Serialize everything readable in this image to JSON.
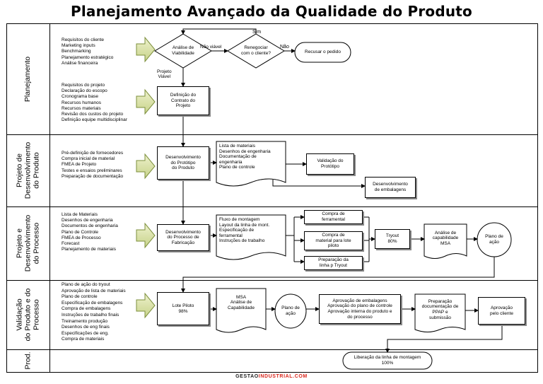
{
  "title": "Planejamento Avançado da Qualidade do Produto",
  "lanes": {
    "planejamento": "Planejamento",
    "projeto_produto": "Projeto de\nDesenvolvimento\ndo Produto",
    "projeto_processo": "Projeto e\nDesenvolvimento\ndo Processo",
    "validacao": "Validação\ndo Produto e do\nProcesso",
    "prod": "Prod."
  },
  "inputs": {
    "planejamento_a": "Requisitos do cliente\nMarketing inputs\nBenchmarking\nPlanejamento estratégico\nAnálise financeira",
    "planejamento_b": "Requisitos do projeto\nDeclaração do escopo\nCronograma base\nRecursos humanos\nRecursos materiais\nRevisão dos custos do projeto\nDefinição equipe multidisciplinar",
    "produto": "Pré-definição de fornecedores\nCompra inicial de material\nFMEA de Projeto\nTestes e ensaios preliminares\nPreparação de documentação",
    "processo": "Lista de Materiais\nDesenhos de engenharia\nDocumentos de engenharia\nPlano de Controle\nFMEA de Processo\nForecast\nPlanejamento de materiais",
    "validacao": "Plano de ação do tryout\nAprovação de lista de materiais\nPlano de controle\nEspecificação de embalagens\nCompra de embalagens\nInstruções de trabalho finais\nTreinamento produção\nDesenhos de eng finais\nEspecificações de eng.\nCompra de materiais"
  },
  "nodes": {
    "analise": "Análise de\nViabilidade",
    "renegociar": "Renegociar\ncom o cliente?",
    "recusar": "Recusar o pedido",
    "contrato": "Definição do\nContrato do\nProjeto",
    "prototipo": "Desenvolvimento\ndo Protótipo\ndo Produto",
    "doc_produto": "Lista de materiais\nDesenhos de engenharia\nDocumentação de\nengenharia\nPlano de controle",
    "validacao_prototipo": "Validação do\nProtótipo",
    "embalagens": "Desenvolvimento\nde embalagens",
    "processo_fab": "Desenvolvimento\ndo Processo de\nFabricação",
    "doc_processo": "Fluxo de montagem\nLayout da linha de mont.\nEspecificação de\nferramental\nInstruções de trabalho",
    "compra_ferramental": "Compra de\nferramental",
    "compra_material": "Compra de\nmaterial para lote\npiloto",
    "preparacao_linha": "Preparação da\nlinha p Tryout",
    "tryout": "Tryout\n80%",
    "msa1": "Análise de\ncapabilidade\nMSA",
    "plano_acao1": "Plano de\nação",
    "lote_piloto": "Lote Piloto\n98%",
    "msa2": "MSA\nAnálise de\nCapabilidade",
    "plano_acao2": "Plano de\nação",
    "aprovacoes": "Aprovação de embalagens\nAprovação do plano de controle\nAprovação interna do produto e\ndo processo",
    "ppap": "Preparação\ndocumentação de\nPPAP e\nsubmissão",
    "aprovacao_cliente": "Aprovação\npelo cliente",
    "liberacao": "Liberação da linha de montagem\n100%"
  },
  "labels": {
    "sim": "Sim",
    "nao_viavel": "Não viável",
    "nao": "Não",
    "projeto_viavel": "Projeto\nViável"
  },
  "footer": {
    "part1": "GESTAO",
    "part2": "INDUSTRIAL.COM"
  }
}
